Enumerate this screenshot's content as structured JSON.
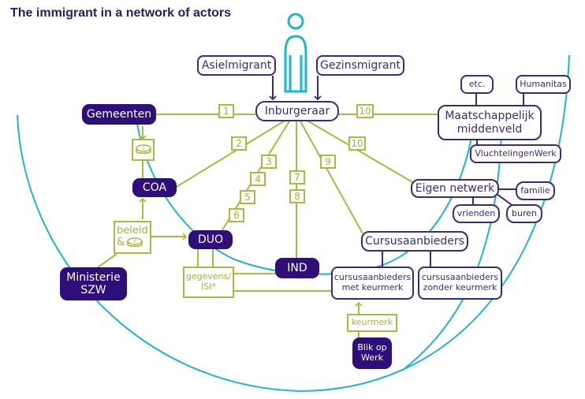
{
  "title": "The immigrant in a network of actors",
  "colors": {
    "dark_node": "#2e0f7a",
    "light_border": "#3a2a80",
    "green": "#a9bb3c",
    "cyan_arc": "#1ab7d0"
  },
  "icons": {
    "person": "person-icon",
    "coin": "euro-coin-icon"
  },
  "nodes": {
    "asielmigrant": "Asielmigrant",
    "gezinsmigrant": "Gezinsmigrant",
    "inburgeraar": "Inburgeraar",
    "gemeenten": "Gemeenten",
    "coa": "COA",
    "duo": "DUO",
    "ind": "IND",
    "ministerie_line1": "Ministerie",
    "ministerie_line2": "SZW",
    "beleid_line1": "beleid",
    "beleid_line2": "&",
    "gegevens_line1": "gegevens/",
    "gegevens_line2": "ISI*",
    "maatschappelijk_line1": "Maatschappelijk",
    "maatschappelijk_line2": "middenveld",
    "etc": "etc.",
    "humanitas": "Humanitas",
    "vluchtelingenwerk": "VluchtelingenWerk",
    "eigen_netwerk": "Eigen netwerk",
    "familie": "familie",
    "vrienden": "vrienden",
    "buren": "buren",
    "cursusaanbieders": "Cursusaanbieders",
    "met_keurmerk_line1": "cursusaanbieders",
    "met_keurmerk_line2": "met keurmerk",
    "zonder_keurmerk_line1": "cursusaanbieders",
    "zonder_keurmerk_line2": "zonder keurmerk",
    "keurmerk": "keurmerk",
    "blik_line1": "Blik op",
    "blik_line2": "Werk"
  },
  "edge_labels": [
    "1",
    "2",
    "3",
    "4",
    "5",
    "6",
    "7",
    "8",
    "9",
    "10",
    "10"
  ]
}
